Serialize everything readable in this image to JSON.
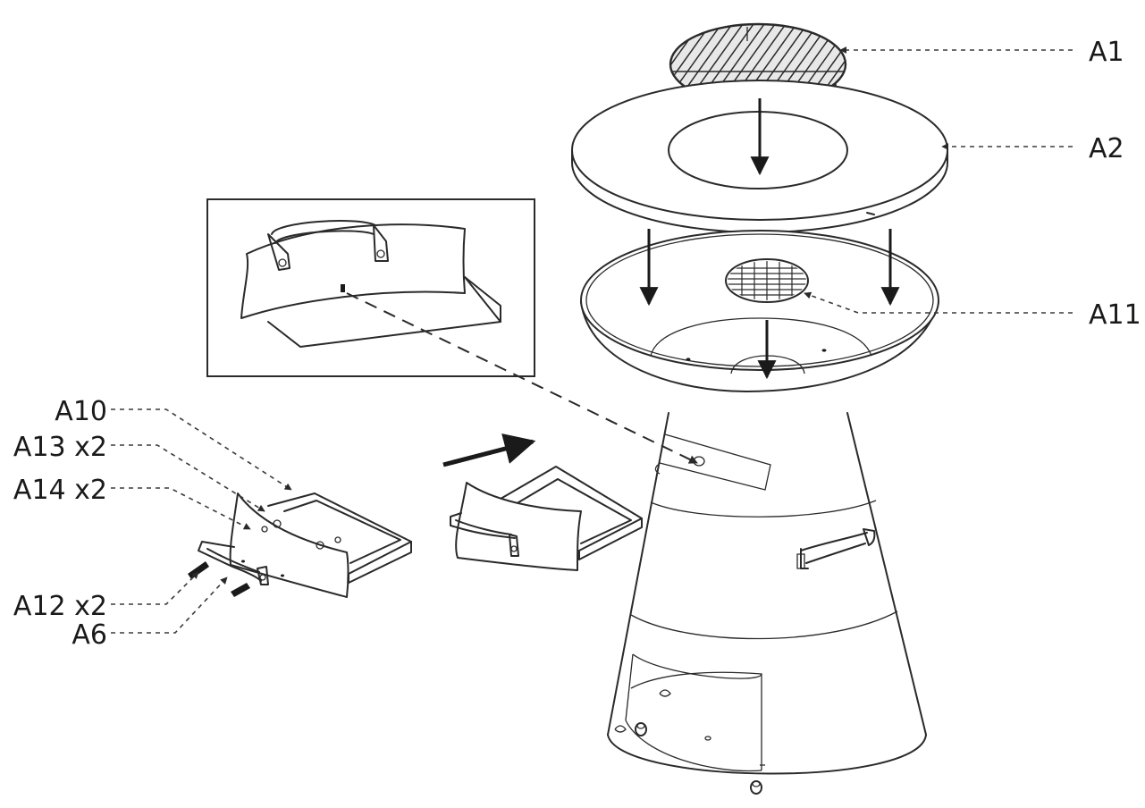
{
  "callouts": {
    "a1": "A1",
    "a2": "A2",
    "a11": "A11",
    "a10": "A10",
    "a13": "A13 x2",
    "a14": "A14 x2",
    "a12": "A12 x2",
    "a6": "A6"
  }
}
